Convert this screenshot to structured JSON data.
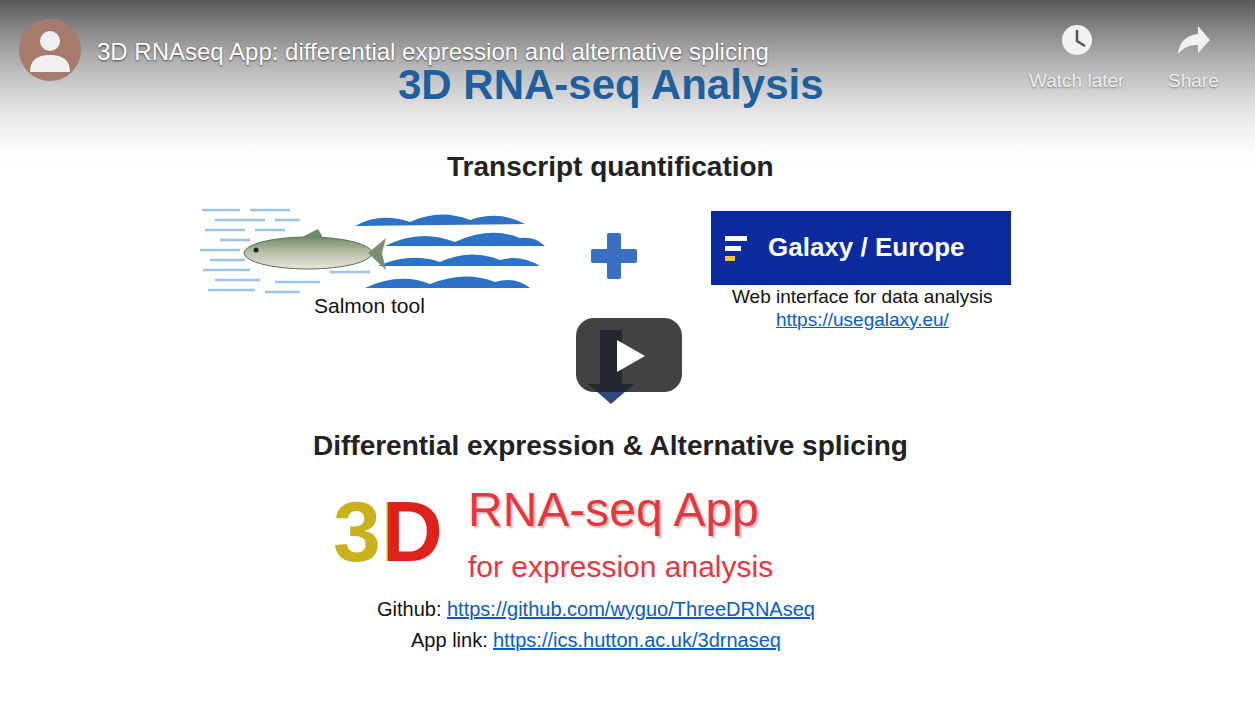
{
  "diagram": {
    "title": "3D RNA-seq Analysis",
    "nodes": [
      {
        "text": [
          "Galaxy / Europe"
        ]
      }
    ],
    "labels": [
      "3D RNAseq App: differential expression and alternative splicing",
      "Watch later",
      "Share",
      "Transcript quantification",
      "Salmon tool",
      "Web interface for data analysis",
      "https://usegalaxy.eu/",
      "Differential expression & Alternative splicing",
      "3D",
      "RNA-seq App",
      "for expression analysis",
      "Github:",
      "https://github.com/wyguo/ThreeDRNAseq",
      "App link:",
      "https://ics.hutton.ac.uk/3drnaseq"
    ]
  }
}
